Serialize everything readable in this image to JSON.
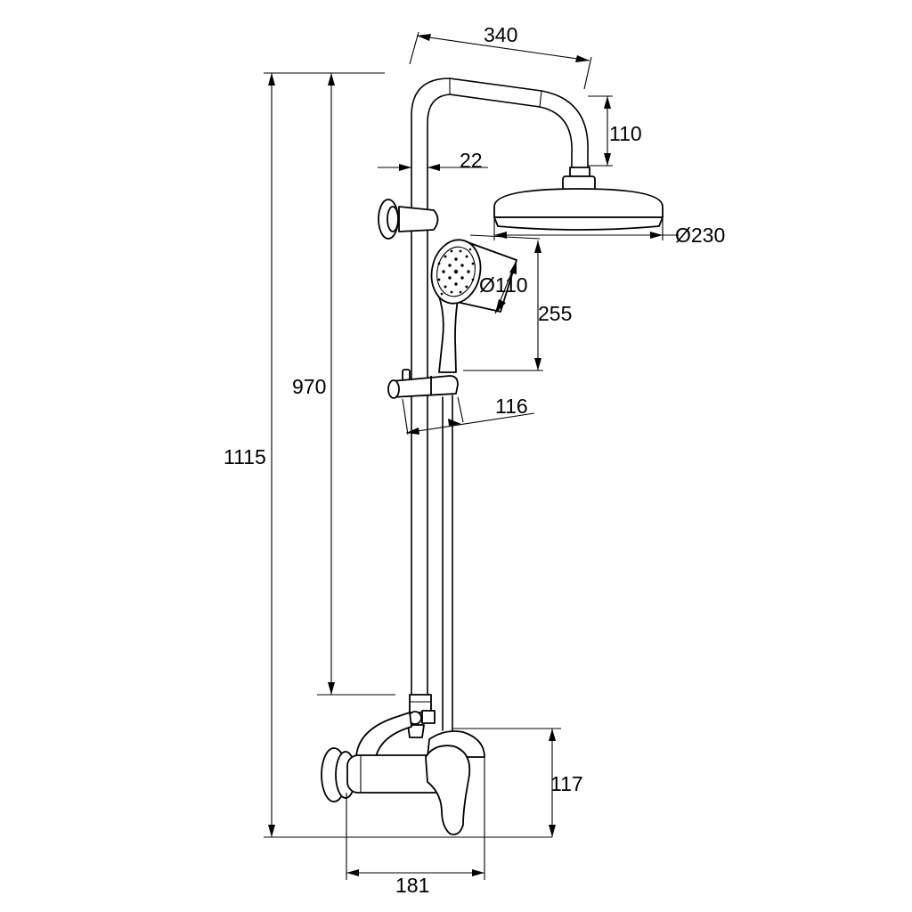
{
  "dimensions": {
    "arm_width": "340",
    "arm_drop": "110",
    "pipe_diameter": "22",
    "overhead_diameter": "Ø230",
    "handshower_diameter": "Ø110",
    "handshower_height": "255",
    "rail_length": "970",
    "total_height": "1115",
    "slider_offset": "116",
    "mixer_height": "117",
    "mixer_width": "181"
  },
  "colors": {
    "line": "#000000",
    "background": "#ffffff"
  }
}
